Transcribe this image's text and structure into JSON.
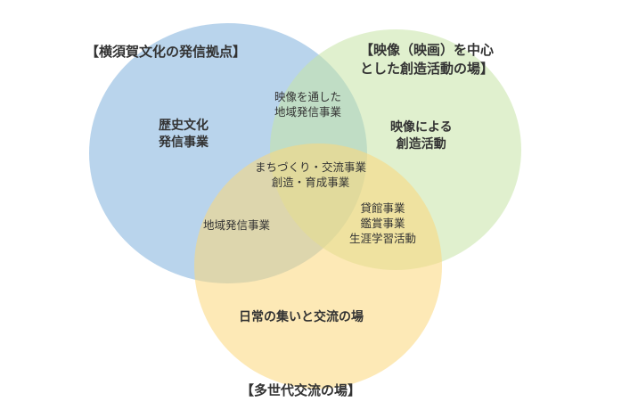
{
  "diagram": {
    "type": "venn",
    "colors": {
      "blue_circle": "#7fb1dc",
      "green_circle": "#c7e3a6",
      "yellow_circle": "#fbd77a",
      "text": "#333333"
    },
    "circle_titles": {
      "blue": "【横須賀文化の発信拠点】",
      "green_line1": "【映像（映画）を中心",
      "green_line2": "とした創造活動の場】",
      "yellow": "【多世代交流の場】"
    },
    "regions": {
      "blue_only": {
        "line1": "歴史文化",
        "line2": "発信事業"
      },
      "green_only": {
        "line1": "映像による",
        "line2": "創造活動"
      },
      "yellow_only": {
        "line1": "日常の集いと交流の場"
      },
      "blue_green": {
        "line1": "映像を通した",
        "line2": "地域発信事業"
      },
      "all_three": {
        "line1": "まちづくり・交流事業",
        "line2": "創造・育成事業"
      },
      "blue_yellow": {
        "line1": "地域発信事業"
      },
      "green_yellow": {
        "line1": "貸館事業",
        "line2": "鑑賞事業",
        "line3": "生涯学習活動"
      }
    }
  }
}
